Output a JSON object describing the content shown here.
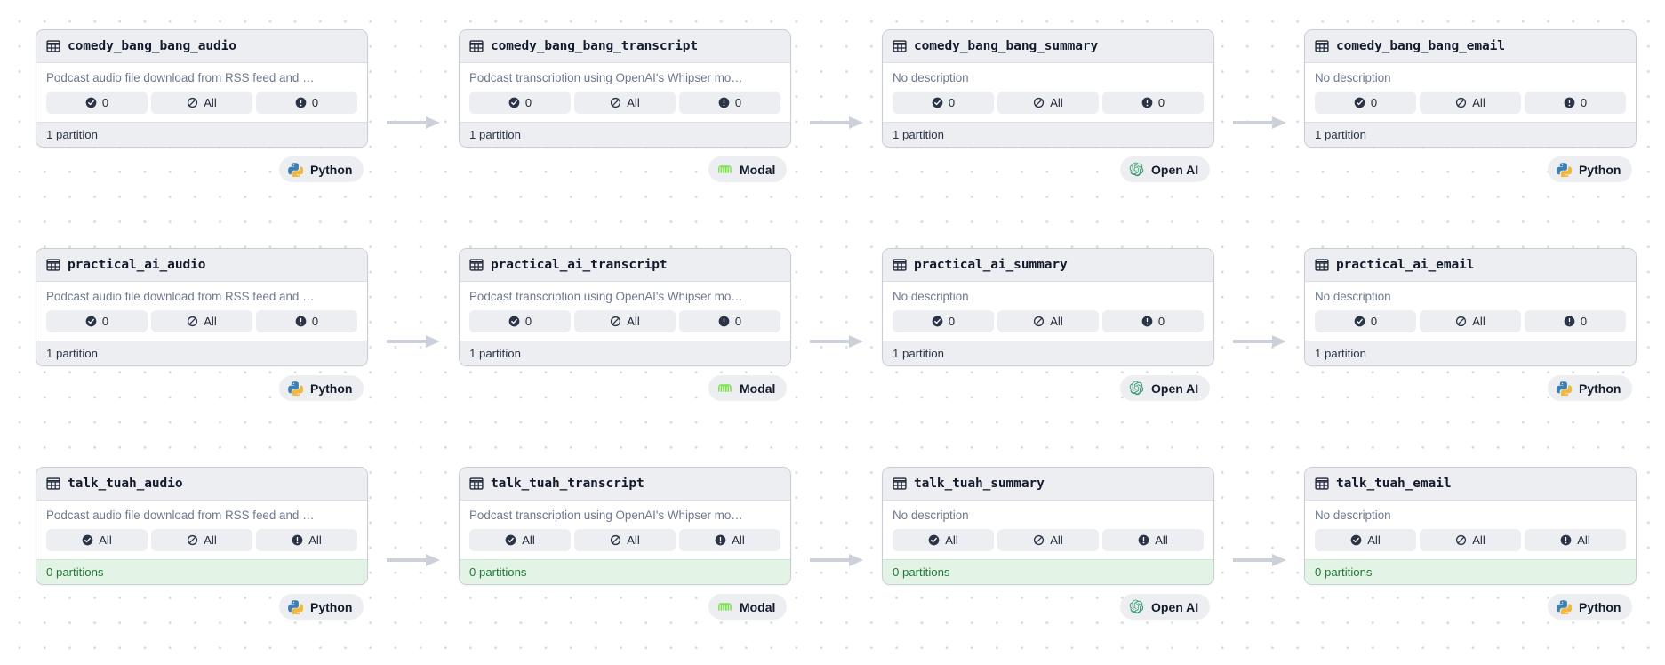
{
  "graph": {
    "title": "Asset lineage graph",
    "background": "#ffffff",
    "dot_color": "#d7dae0",
    "arrow_color": "#ccd0d9",
    "green_footer_bg": "#e3f3e6",
    "green_footer_text": "#1f7a37",
    "header_bg": "#eceef1"
  },
  "chip_labels": {
    "materialized": "materializations-chip",
    "checks": "asset-checks-chip",
    "freshness": "freshness-chip"
  },
  "columns": [
    {
      "id": "audio",
      "badge": {
        "label": "Python",
        "logo": "python-logo"
      }
    },
    {
      "id": "transcript",
      "badge": {
        "label": "Modal",
        "logo": "modal-logo"
      }
    },
    {
      "id": "summary",
      "badge": {
        "label": "Open AI",
        "logo": "openai-logo"
      }
    },
    {
      "id": "email",
      "badge": {
        "label": "Python",
        "logo": "python-logo"
      }
    }
  ],
  "descriptions": {
    "audio": "Podcast audio file download from RSS feed and …",
    "transcript": "Podcast transcription using OpenAI's Whipser mo…",
    "none": "No description"
  },
  "rows": [
    {
      "id": "comedy_bang_bang",
      "green": false,
      "partitions": "1 partition",
      "cards": [
        {
          "name": "comedy_bang_bang_audio",
          "description": "Podcast audio file download from RSS feed and …",
          "chips": [
            "0",
            "All",
            "0"
          ]
        },
        {
          "name": "comedy_bang_bang_transcript",
          "description": "Podcast transcription using OpenAI's Whipser mo…",
          "chips": [
            "0",
            "All",
            "0"
          ]
        },
        {
          "name": "comedy_bang_bang_summary",
          "description": "No description",
          "chips": [
            "0",
            "All",
            "0"
          ]
        },
        {
          "name": "comedy_bang_bang_email",
          "description": "No description",
          "chips": [
            "0",
            "All",
            "0"
          ]
        }
      ]
    },
    {
      "id": "practical_ai",
      "green": false,
      "partitions": "1 partition",
      "cards": [
        {
          "name": "practical_ai_audio",
          "description": "Podcast audio file download from RSS feed and …",
          "chips": [
            "0",
            "All",
            "0"
          ]
        },
        {
          "name": "practical_ai_transcript",
          "description": "Podcast transcription using OpenAI's Whipser mo…",
          "chips": [
            "0",
            "All",
            "0"
          ]
        },
        {
          "name": "practical_ai_summary",
          "description": "No description",
          "chips": [
            "0",
            "All",
            "0"
          ]
        },
        {
          "name": "practical_ai_email",
          "description": "No description",
          "chips": [
            "0",
            "All",
            "0"
          ]
        }
      ]
    },
    {
      "id": "talk_tuah",
      "green": true,
      "partitions": "0 partitions",
      "cards": [
        {
          "name": "talk_tuah_audio",
          "description": "Podcast audio file download from RSS feed and …",
          "chips": [
            "All",
            "All",
            "All"
          ]
        },
        {
          "name": "talk_tuah_transcript",
          "description": "Podcast transcription using OpenAI's Whipser mo…",
          "chips": [
            "All",
            "All",
            "All"
          ]
        },
        {
          "name": "talk_tuah_summary",
          "description": "No description",
          "chips": [
            "All",
            "All",
            "All"
          ]
        },
        {
          "name": "talk_tuah_email",
          "description": "No description",
          "chips": [
            "All",
            "All",
            "All"
          ]
        }
      ]
    }
  ]
}
